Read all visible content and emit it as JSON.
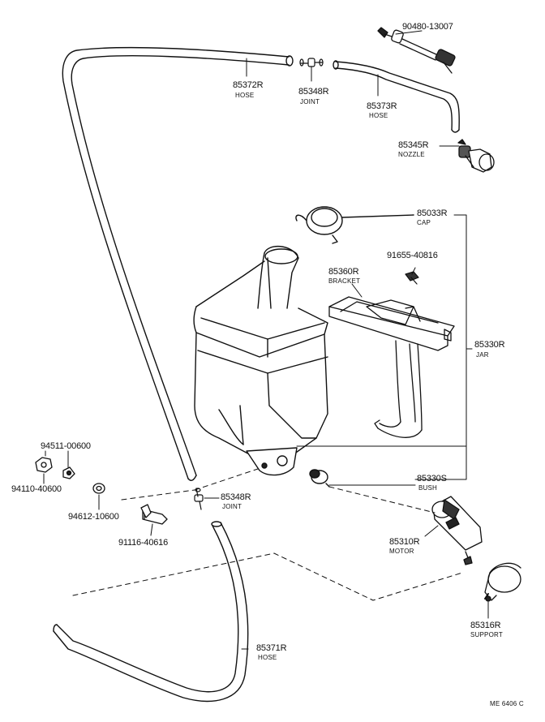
{
  "parts": {
    "pump_hose_top": {
      "number": "90480-13007"
    },
    "hose_85372": {
      "number": "85372R",
      "name": "HOSE"
    },
    "joint_top": {
      "number": "85348R",
      "name": "JOINT"
    },
    "hose_85373": {
      "number": "85373R",
      "name": "HOSE"
    },
    "nozzle": {
      "number": "85345R",
      "name": "NOZZLE"
    },
    "cap": {
      "number": "85033R",
      "name": "CAP"
    },
    "screw": {
      "number": "91655-40816"
    },
    "bracket": {
      "number": "85360R",
      "name": "BRACKET"
    },
    "jar": {
      "number": "85330R",
      "name": "JAR"
    },
    "bush": {
      "number": "85330S",
      "name": "BUSH"
    },
    "motor": {
      "number": "85310R",
      "name": "MOTOR"
    },
    "support": {
      "number": "85316R",
      "name": "SUPPORT"
    },
    "washer_a": {
      "number": "94511-00600"
    },
    "nut": {
      "number": "94110-40600"
    },
    "washer_b": {
      "number": "94612-10600"
    },
    "joint_bottom": {
      "number": "85348R",
      "name": "JOINT"
    },
    "bolt": {
      "number": "91116-40616"
    },
    "hose_85371": {
      "number": "85371R",
      "name": "HOSE"
    }
  },
  "drawing_code": "ME 6406 C"
}
